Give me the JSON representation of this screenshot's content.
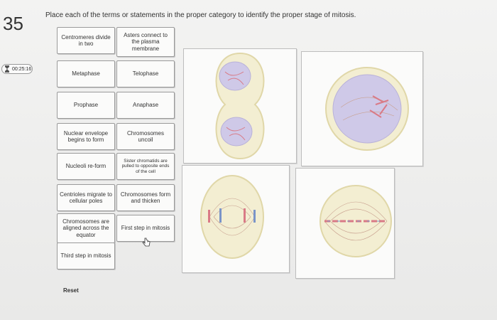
{
  "question": {
    "number": "35",
    "instruction": "Place each of the terms or statements in the proper category to identify the proper stage of mitosis."
  },
  "timer": {
    "value": "00:25:16"
  },
  "cards": [
    {
      "label": "Centromeres divide in two"
    },
    {
      "label": "Asters connect to the plasma membrane"
    },
    {
      "label": "Metaphase"
    },
    {
      "label": "Telophase"
    },
    {
      "label": "Prophase"
    },
    {
      "label": "Anaphase"
    },
    {
      "label": "Nuclear envelope begins to form"
    },
    {
      "label": "Chromosomes uncoil"
    },
    {
      "label": "Nucleoli re-form"
    },
    {
      "label": "Sister chromatids are pulled to opposite ends of the cell"
    },
    {
      "label": "Centrioles migrate to cellular poles"
    },
    {
      "label": "Chromosomes form and thicken"
    },
    {
      "label": "Chromosomes are aligned across the equator"
    },
    {
      "label": "First step in mitosis"
    },
    {
      "label": "Third step in mitosis"
    }
  ],
  "reset": {
    "label": "Reset"
  },
  "colors": {
    "cell_fill": "#f3eed2",
    "cell_edge": "#e0d7a8",
    "nucleus": "#cfc9e8",
    "chromosome": "#d97a86",
    "spindle": "#c8a08f"
  }
}
